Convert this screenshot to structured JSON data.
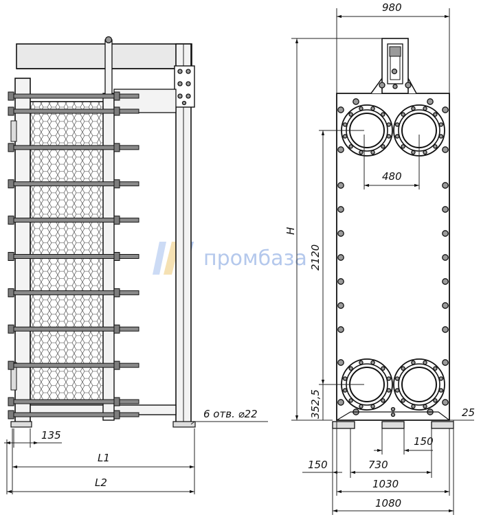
{
  "watermark": {
    "text": "промбаза",
    "color": "#9db8e8"
  },
  "side_view": {
    "dims": {
      "hole_note": "6 отв. ⌀22",
      "d135": "135",
      "L1": "L1",
      "L2": "L2"
    },
    "tie_rod_count": 9
  },
  "front_view": {
    "dims": {
      "width_top": "980",
      "port_spacing": "480",
      "height_H": "H",
      "height_2120": "2120",
      "bottom_3525": "352,5",
      "d25": "25",
      "d150_right": "150",
      "d150_left": "150",
      "d730": "730",
      "d1030": "1030",
      "d1080": "1080"
    },
    "side_bolts_per_column": 7
  },
  "colors": {
    "line": "#111111",
    "fill_gray": "#9a9a9a",
    "frame_fill": "#e9e9e9"
  }
}
